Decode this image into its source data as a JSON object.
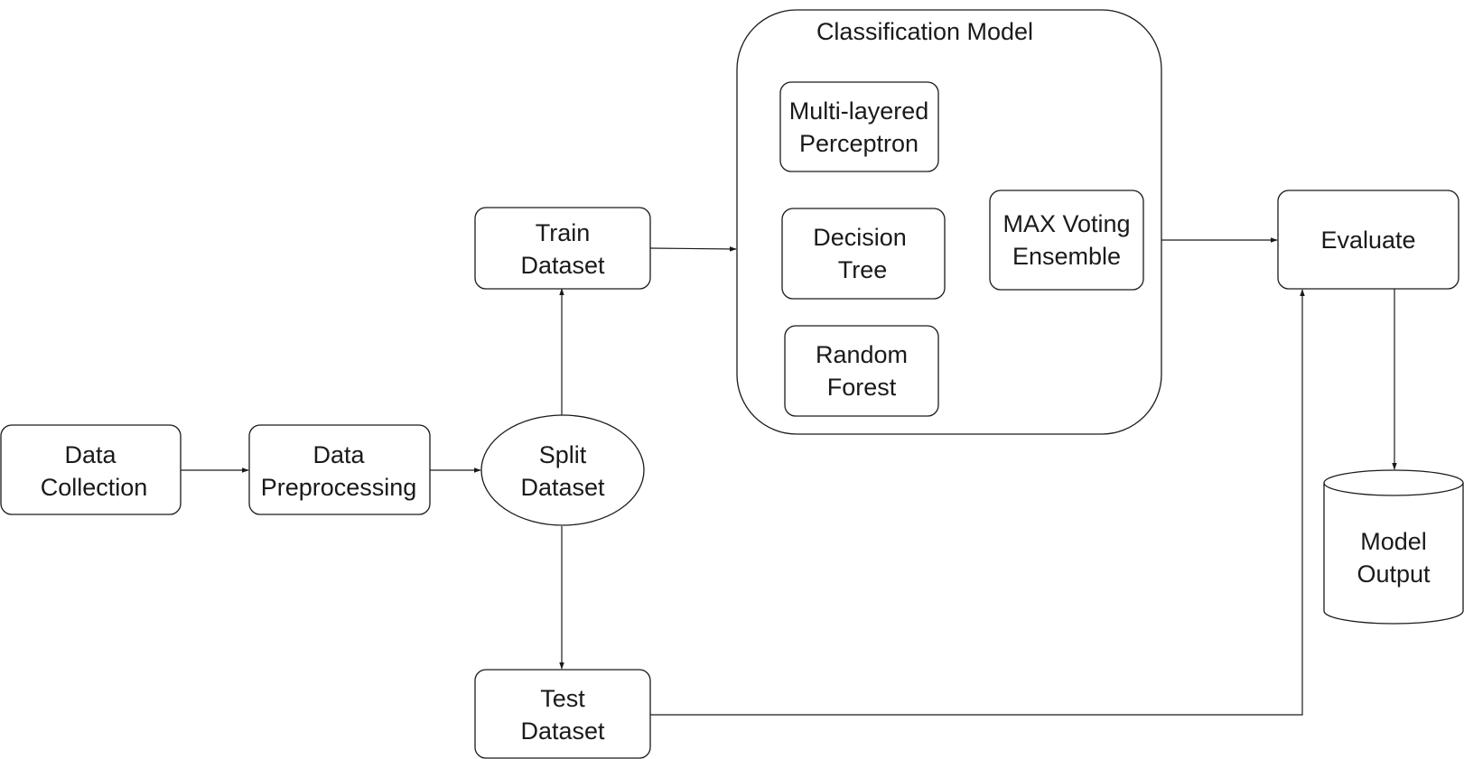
{
  "nodes": {
    "data_collection": {
      "line1": "Data",
      "line2": "Collection"
    },
    "data_preprocessing": {
      "line1": "Data",
      "line2": "Preprocessing"
    },
    "split_dataset": {
      "line1": "Split",
      "line2": "Dataset"
    },
    "train_dataset": {
      "line1": "Train",
      "line2": "Dataset"
    },
    "test_dataset": {
      "line1": "Test",
      "line2": "Dataset"
    },
    "classification_model": {
      "title": "Classification Model"
    },
    "mlp": {
      "line1": "Multi-layered",
      "line2": "Perceptron"
    },
    "decision_tree": {
      "line1": "Decision",
      "line2": "Tree"
    },
    "random_forest": {
      "line1": "Random",
      "line2": "Forest"
    },
    "max_voting": {
      "line1": "MAX Voting",
      "line2": "Ensemble"
    },
    "evaluate": {
      "label": "Evaluate"
    },
    "model_output": {
      "line1": "Model",
      "line2": "Output"
    }
  },
  "colors": {
    "stroke": "#1a1a1a",
    "fill": "#ffffff"
  }
}
